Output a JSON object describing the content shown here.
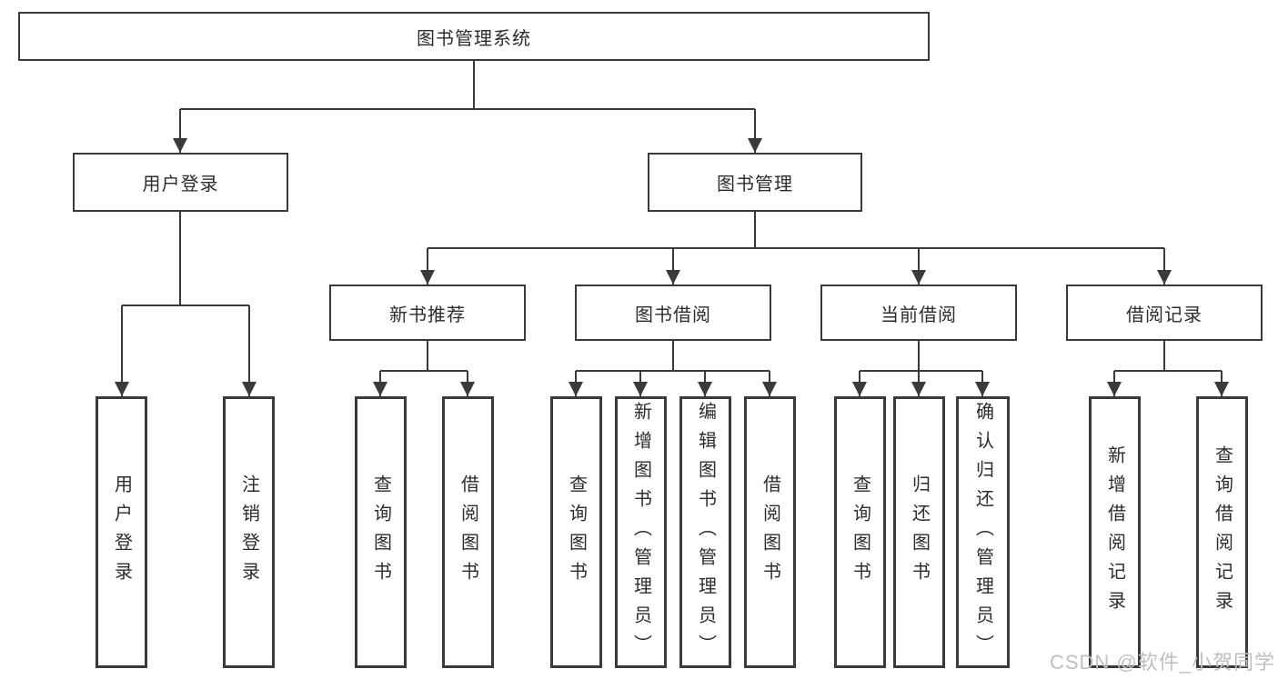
{
  "diagram": {
    "root": {
      "label": "图书管理系统",
      "children": [
        {
          "label": "用户登录",
          "children": [
            {
              "label": "用户登录"
            },
            {
              "label": "注销登录"
            }
          ]
        },
        {
          "label": "图书管理",
          "children": [
            {
              "label": "新书推荐",
              "children": [
                {
                  "label": "查询图书"
                },
                {
                  "label": "借阅图书"
                }
              ]
            },
            {
              "label": "图书借阅",
              "children": [
                {
                  "label": "查询图书"
                },
                {
                  "label": "新增图书（管理员）"
                },
                {
                  "label": "编辑图书（管理员）"
                },
                {
                  "label": "借阅图书"
                }
              ]
            },
            {
              "label": "当前借阅",
              "children": [
                {
                  "label": "查询图书"
                },
                {
                  "label": "归还图书"
                },
                {
                  "label": "确认归还（管理员）"
                }
              ]
            },
            {
              "label": "借阅记录",
              "children": [
                {
                  "label": "新增借阅记录"
                },
                {
                  "label": "查询借阅记录"
                }
              ]
            }
          ]
        }
      ]
    }
  },
  "watermark": {
    "text": "CSDN @软件_小贺同学"
  },
  "colors": {
    "line": "#3a3a3a",
    "box_border": "#3a3a3a",
    "text": "#2c2c2c",
    "watermark": "#bfbfbf",
    "background": "#ffffff"
  }
}
